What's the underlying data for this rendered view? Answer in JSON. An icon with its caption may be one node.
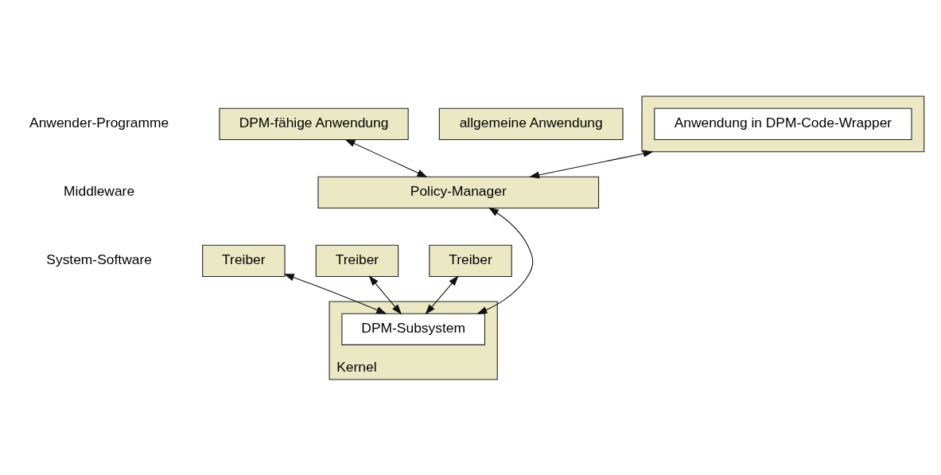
{
  "diagram": {
    "nodes": [
      {
        "text": [
          "DPM-fähige Anwendung"
        ]
      },
      {
        "text": [
          "allgemeine Anwendung"
        ]
      },
      {
        "text": [],
        "shape": "box"
      },
      {
        "text": [
          "Anwendung in DPM-Code-Wrapper"
        ],
        "in": 2
      },
      {
        "text": [
          "Policy-Manager"
        ]
      },
      {
        "text": [
          "Treiber"
        ]
      },
      {
        "text": [
          "Treiber"
        ]
      },
      {
        "text": [
          "Treiber"
        ]
      },
      {
        "text": [
          "Kernel"
        ]
      },
      {
        "text": [
          "DPM-Subsystem"
        ],
        "in": 8
      }
    ],
    "edges": [
      {
        "from": 0,
        "to": 4,
        "arrow": "both"
      },
      {
        "from": 2,
        "to": 4,
        "arrow": "both"
      },
      {
        "from": 4,
        "to": 9,
        "arrow": "both"
      },
      {
        "from": 5,
        "to": 9,
        "arrow": "both"
      },
      {
        "from": 6,
        "to": 9,
        "arrow": "both"
      },
      {
        "from": 7,
        "to": 9,
        "arrow": "both"
      }
    ],
    "labels": [
      "Anwender-Programme",
      "Middleware",
      "System-Software"
    ]
  }
}
